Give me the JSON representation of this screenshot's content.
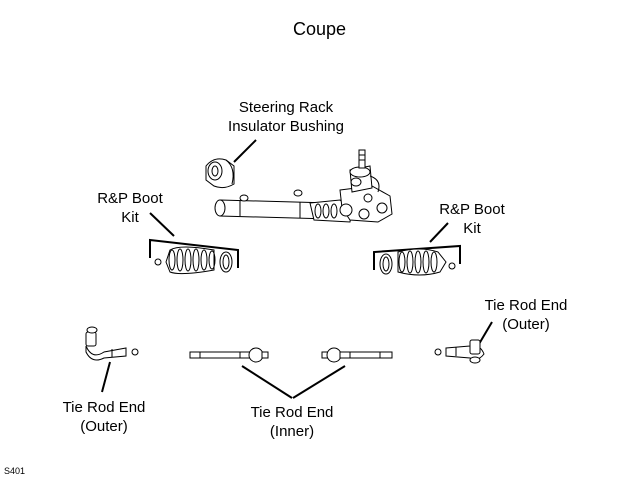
{
  "title": "Coupe",
  "labels": {
    "bushing": [
      "Steering Rack",
      "Insulator Bushing"
    ],
    "boot_left": [
      "R&P Boot",
      "Kit"
    ],
    "boot_right": [
      "R&P Boot",
      "Kit"
    ],
    "tre_outer_left": [
      "Tie Rod End",
      "(Outer)"
    ],
    "tre_outer_right": [
      "Tie Rod End",
      "(Outer)"
    ],
    "tre_inner": [
      "Tie Rod End",
      "(Inner)"
    ]
  },
  "figure_code": "S401"
}
